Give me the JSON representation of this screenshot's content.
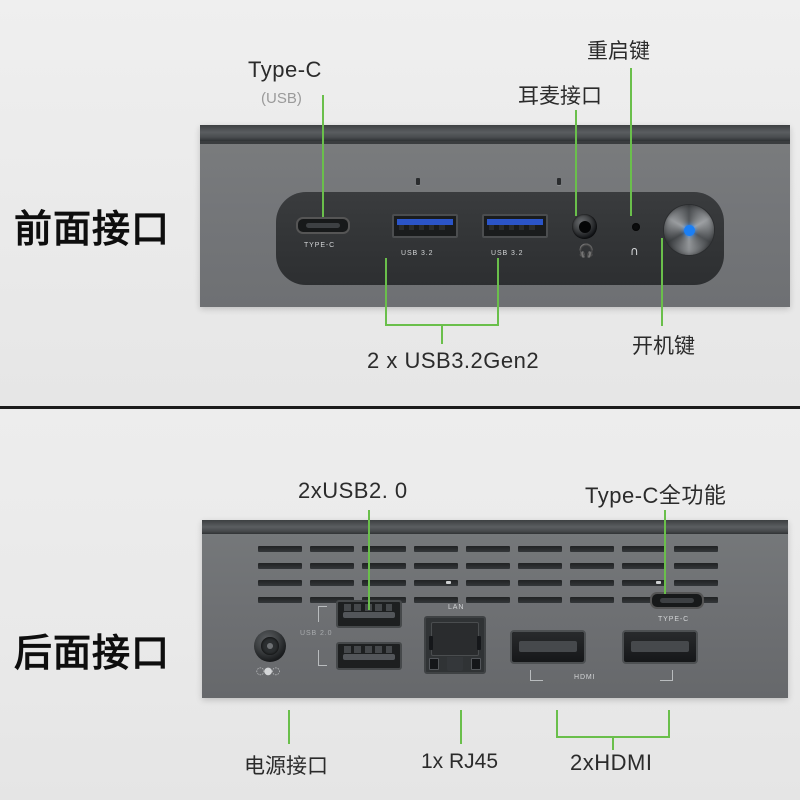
{
  "theme": {
    "accent_green": "#6ABF4B",
    "led_blue": "#1B7FF5",
    "usb3_blue": "#2B55C9",
    "background": "#ECECEC",
    "caption_color": "#0E0E0E"
  },
  "front": {
    "caption": "前面接口",
    "callouts": {
      "typec_title": "Type-C",
      "typec_sub": "(USB)",
      "headset": "耳麦接口",
      "reset": "重启键",
      "usb_group": "2 x USB3.2Gen2",
      "power": "开机键"
    },
    "silkscreen": {
      "typec": "TYPE-C",
      "usb_left": "USB 3.2",
      "usb_right": "USB 3.2",
      "headset_glyph": "headphone-mic-icon",
      "reset_glyph": "headphone-icon"
    },
    "ports": [
      {
        "name": "usb-c-port",
        "label": "TYPE-C"
      },
      {
        "name": "usb-a-port-left",
        "label": "USB 3.2"
      },
      {
        "name": "usb-a-port-right",
        "label": "USB 3.2"
      },
      {
        "name": "audio-combo-jack",
        "label": ""
      },
      {
        "name": "reset-pinhole",
        "label": ""
      },
      {
        "name": "power-button",
        "label": ""
      }
    ]
  },
  "rear": {
    "caption": "后面接口",
    "callouts": {
      "usb20": "2xUSB2. 0",
      "typec_full": "Type-C全功能",
      "power_jack": "电源接口",
      "rj45": "1x RJ45",
      "hdmi": "2xHDMI"
    },
    "silkscreen": {
      "usb20": "USB 2.0",
      "lan": "LAN",
      "hdmi": "HDMI",
      "typec": "TYPE-C",
      "dc_glyph": "dc-polarity-icon"
    },
    "ports": [
      {
        "name": "dc-power-jack",
        "label": ""
      },
      {
        "name": "usb-a-2-0-top",
        "label": "USB 2.0"
      },
      {
        "name": "usb-a-2-0-bottom",
        "label": "USB 2.0"
      },
      {
        "name": "rj45-lan-port",
        "label": "LAN"
      },
      {
        "name": "hdmi-port-left",
        "label": "HDMI"
      },
      {
        "name": "hdmi-port-right",
        "label": "HDMI"
      },
      {
        "name": "usb-c-port-rear",
        "label": "TYPE-C"
      }
    ]
  }
}
